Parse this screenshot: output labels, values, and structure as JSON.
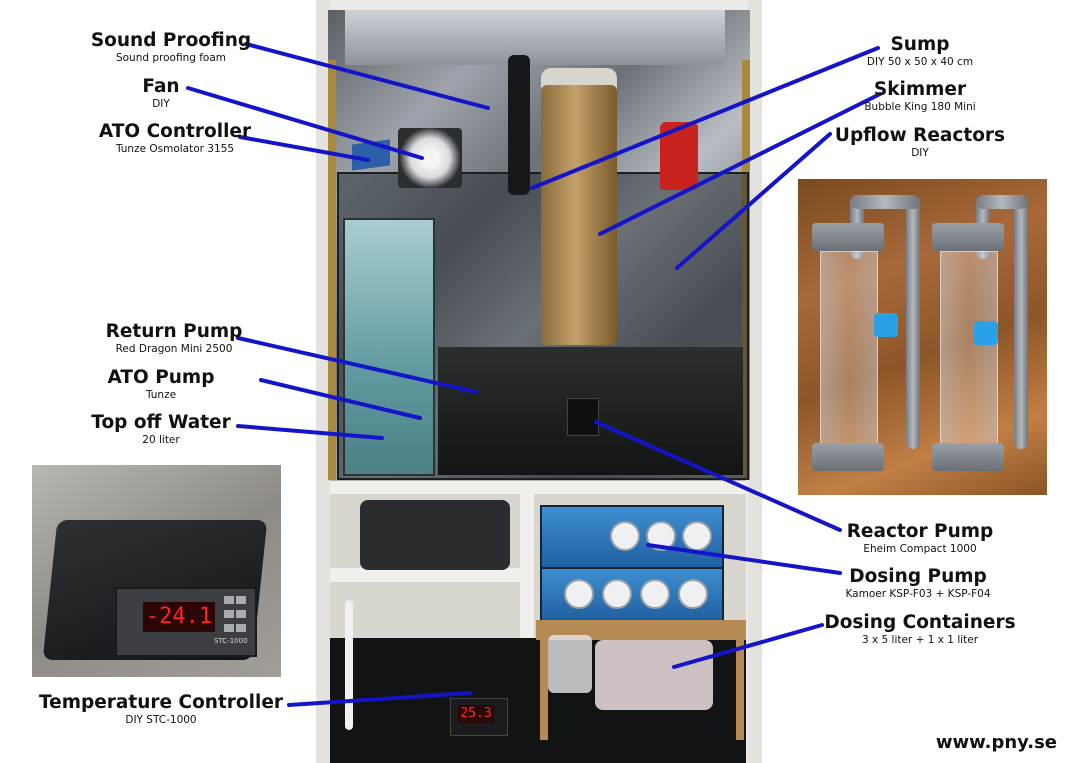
{
  "labels": {
    "sound_proofing": {
      "title": "Sound Proofing",
      "sub": "Sound proofing foam"
    },
    "fan": {
      "title": "Fan",
      "sub": "DIY"
    },
    "ato_controller": {
      "title": "ATO Controller",
      "sub": "Tunze  Osmolator 3155"
    },
    "return_pump": {
      "title": "Return Pump",
      "sub": "Red Dragon Mini 2500"
    },
    "ato_pump": {
      "title": "ATO Pump",
      "sub": "Tunze"
    },
    "top_off_water": {
      "title": "Top off Water",
      "sub": "20 liter"
    },
    "temperature_controller": {
      "title": "Temperature Controller",
      "sub": "DIY STC-1000"
    },
    "sump": {
      "title": "Sump",
      "sub": "DIY 50 x 50 x 40 cm"
    },
    "skimmer": {
      "title": "Skimmer",
      "sub": "Bubble King 180 Mini"
    },
    "upflow_reactors": {
      "title": "Upflow Reactors",
      "sub": "DIY"
    },
    "reactor_pump": {
      "title": "Reactor Pump",
      "sub": "Eheim  Compact 1000"
    },
    "dosing_pump": {
      "title": "Dosing Pump",
      "sub": "Kamoer KSP-F03 + KSP-F04"
    },
    "dosing_containers": {
      "title": "Dosing Containers",
      "sub": "3 x 5 liter + 1 x 1 liter"
    }
  },
  "temp_display": "-24.1",
  "temp_model": "STC-1000",
  "cabinet_temp_display": "25.3",
  "website": "www.pny.se",
  "colors": {
    "leader_line": "#1414c8",
    "display_red": "#ff2222"
  }
}
